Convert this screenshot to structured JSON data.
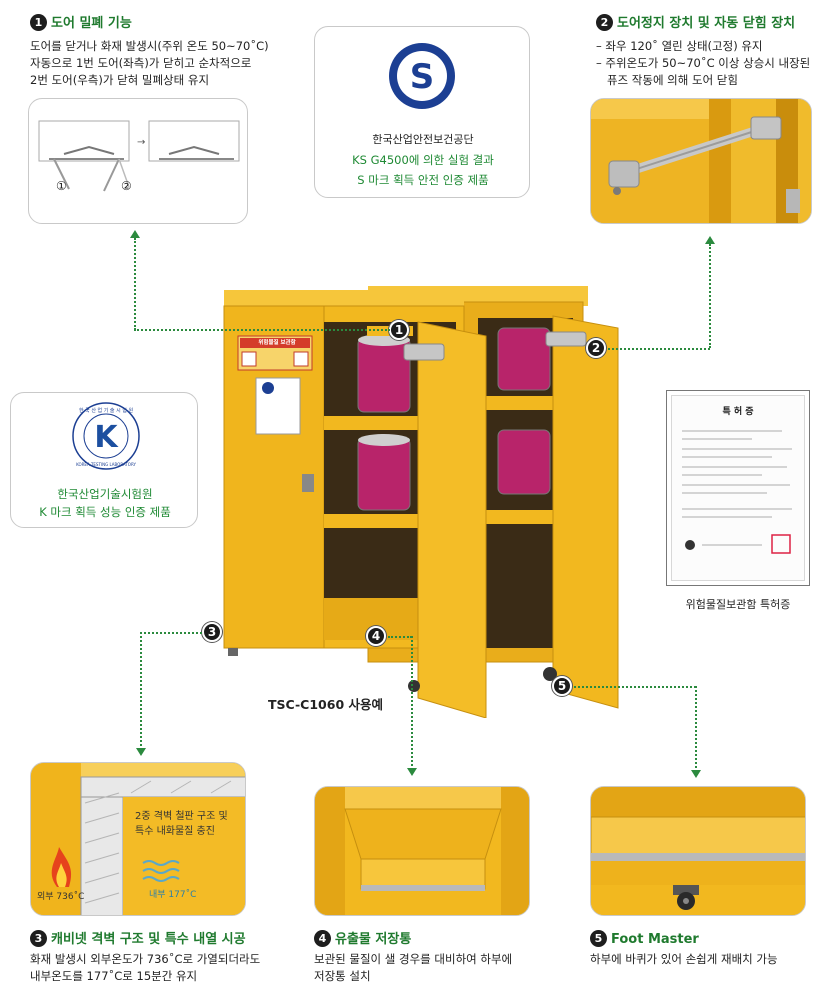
{
  "features": [
    {
      "num": "1",
      "title": "도어 밀폐 기능",
      "lines": [
        "도어를 닫거나 화재 발생시(주위 온도 50~70˚C)",
        "자동으로 1번 도어(좌측)가 닫히고 순차적으로",
        "2번 도어(우측)가 닫혀 밀폐상태 유지"
      ],
      "diagram_labels": [
        "①",
        "②"
      ]
    },
    {
      "num": "2",
      "title": "도어정지 장치 및 자동 닫힘 장치",
      "lines": [
        "– 좌우 120˚ 열린 상태(고정) 유지",
        "– 주위온도가 50~70˚C 이상 상승시 내장된",
        "   퓨즈 작동에 의해 도어 닫힘"
      ]
    },
    {
      "num": "3",
      "title": "캐비넷 격벽 구조 및 특수 내열 시공",
      "lines": [
        "화재 발생시 외부온도가 736˚C로 가열되더라도",
        "내부온도를 177˚C로 15분간 유지"
      ],
      "panel_text": [
        "2중 격벽 철판 구조 및",
        "특수 내화물질 충진"
      ],
      "outer_temp": "외부 736˚C",
      "inner_temp": "내부 177˚C"
    },
    {
      "num": "4",
      "title": "유출물 저장통",
      "lines": [
        "보관된 물질이 샐 경우를 대비하여 하부에",
        "저장통 설치"
      ]
    },
    {
      "num": "5",
      "title": "Foot Master",
      "lines": [
        "하부에 바퀴가 있어 손쉽게 재배치 가능"
      ]
    }
  ],
  "cert_s": {
    "logo_letter": "S",
    "org": "한국산업안전보건공단",
    "line1": "KS G4500에 의한 실험 결과",
    "line2": "S 마크 획득 안전 인증 제품"
  },
  "cert_k": {
    "logo_letter": "K",
    "ring_top": "한 국 산 업 기 술 시 험 원",
    "ring_bottom": "KOREA TESTING LABORATORY",
    "org": "한국산업기술시험원",
    "line1": "K 마크 획득 성능 인증 제품"
  },
  "patent": {
    "doc_title": "특 허 증",
    "caption": "위험물질보관함 특허증"
  },
  "product": {
    "label": "TSC-C1060 사용예",
    "warning_sign": "위험물질 보관함"
  },
  "colors": {
    "cabinet_yellow": "#f2b81f",
    "green": "#1f8a34",
    "can_magenta": "#b8246a"
  }
}
